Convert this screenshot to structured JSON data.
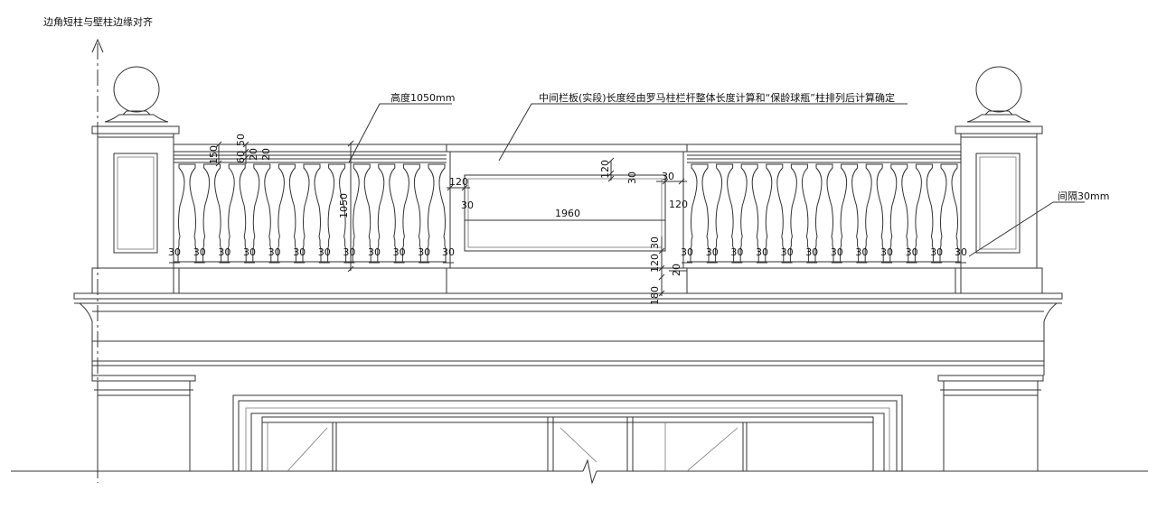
{
  "annotations": {
    "corner_note": "边角短柱与壁柱边缘对齐",
    "height_note": "高度1050mm",
    "middle_panel_note": "中间栏板(实段)长度经由罗马柱栏杆整体长度计算和“保龄球瓶”柱排列后计算确定",
    "spacing_note": "间隔30mm"
  },
  "dimensions": {
    "rail_150": "150",
    "rail_50": "50",
    "rail_60": "60",
    "rail_20a": "20",
    "rail_20b": "20",
    "total_height": "1050",
    "baluster_gap": "30",
    "panel_top_120": "120",
    "panel_top_30": "30",
    "panel_right_30": "30",
    "panel_left_120": "120",
    "panel_left_30": "30",
    "panel_width": "1960",
    "panel_right_120": "120",
    "panel_bottom_30": "30",
    "panel_bottom_120": "120",
    "panel_bottom_20": "20",
    "base_180": "180"
  }
}
